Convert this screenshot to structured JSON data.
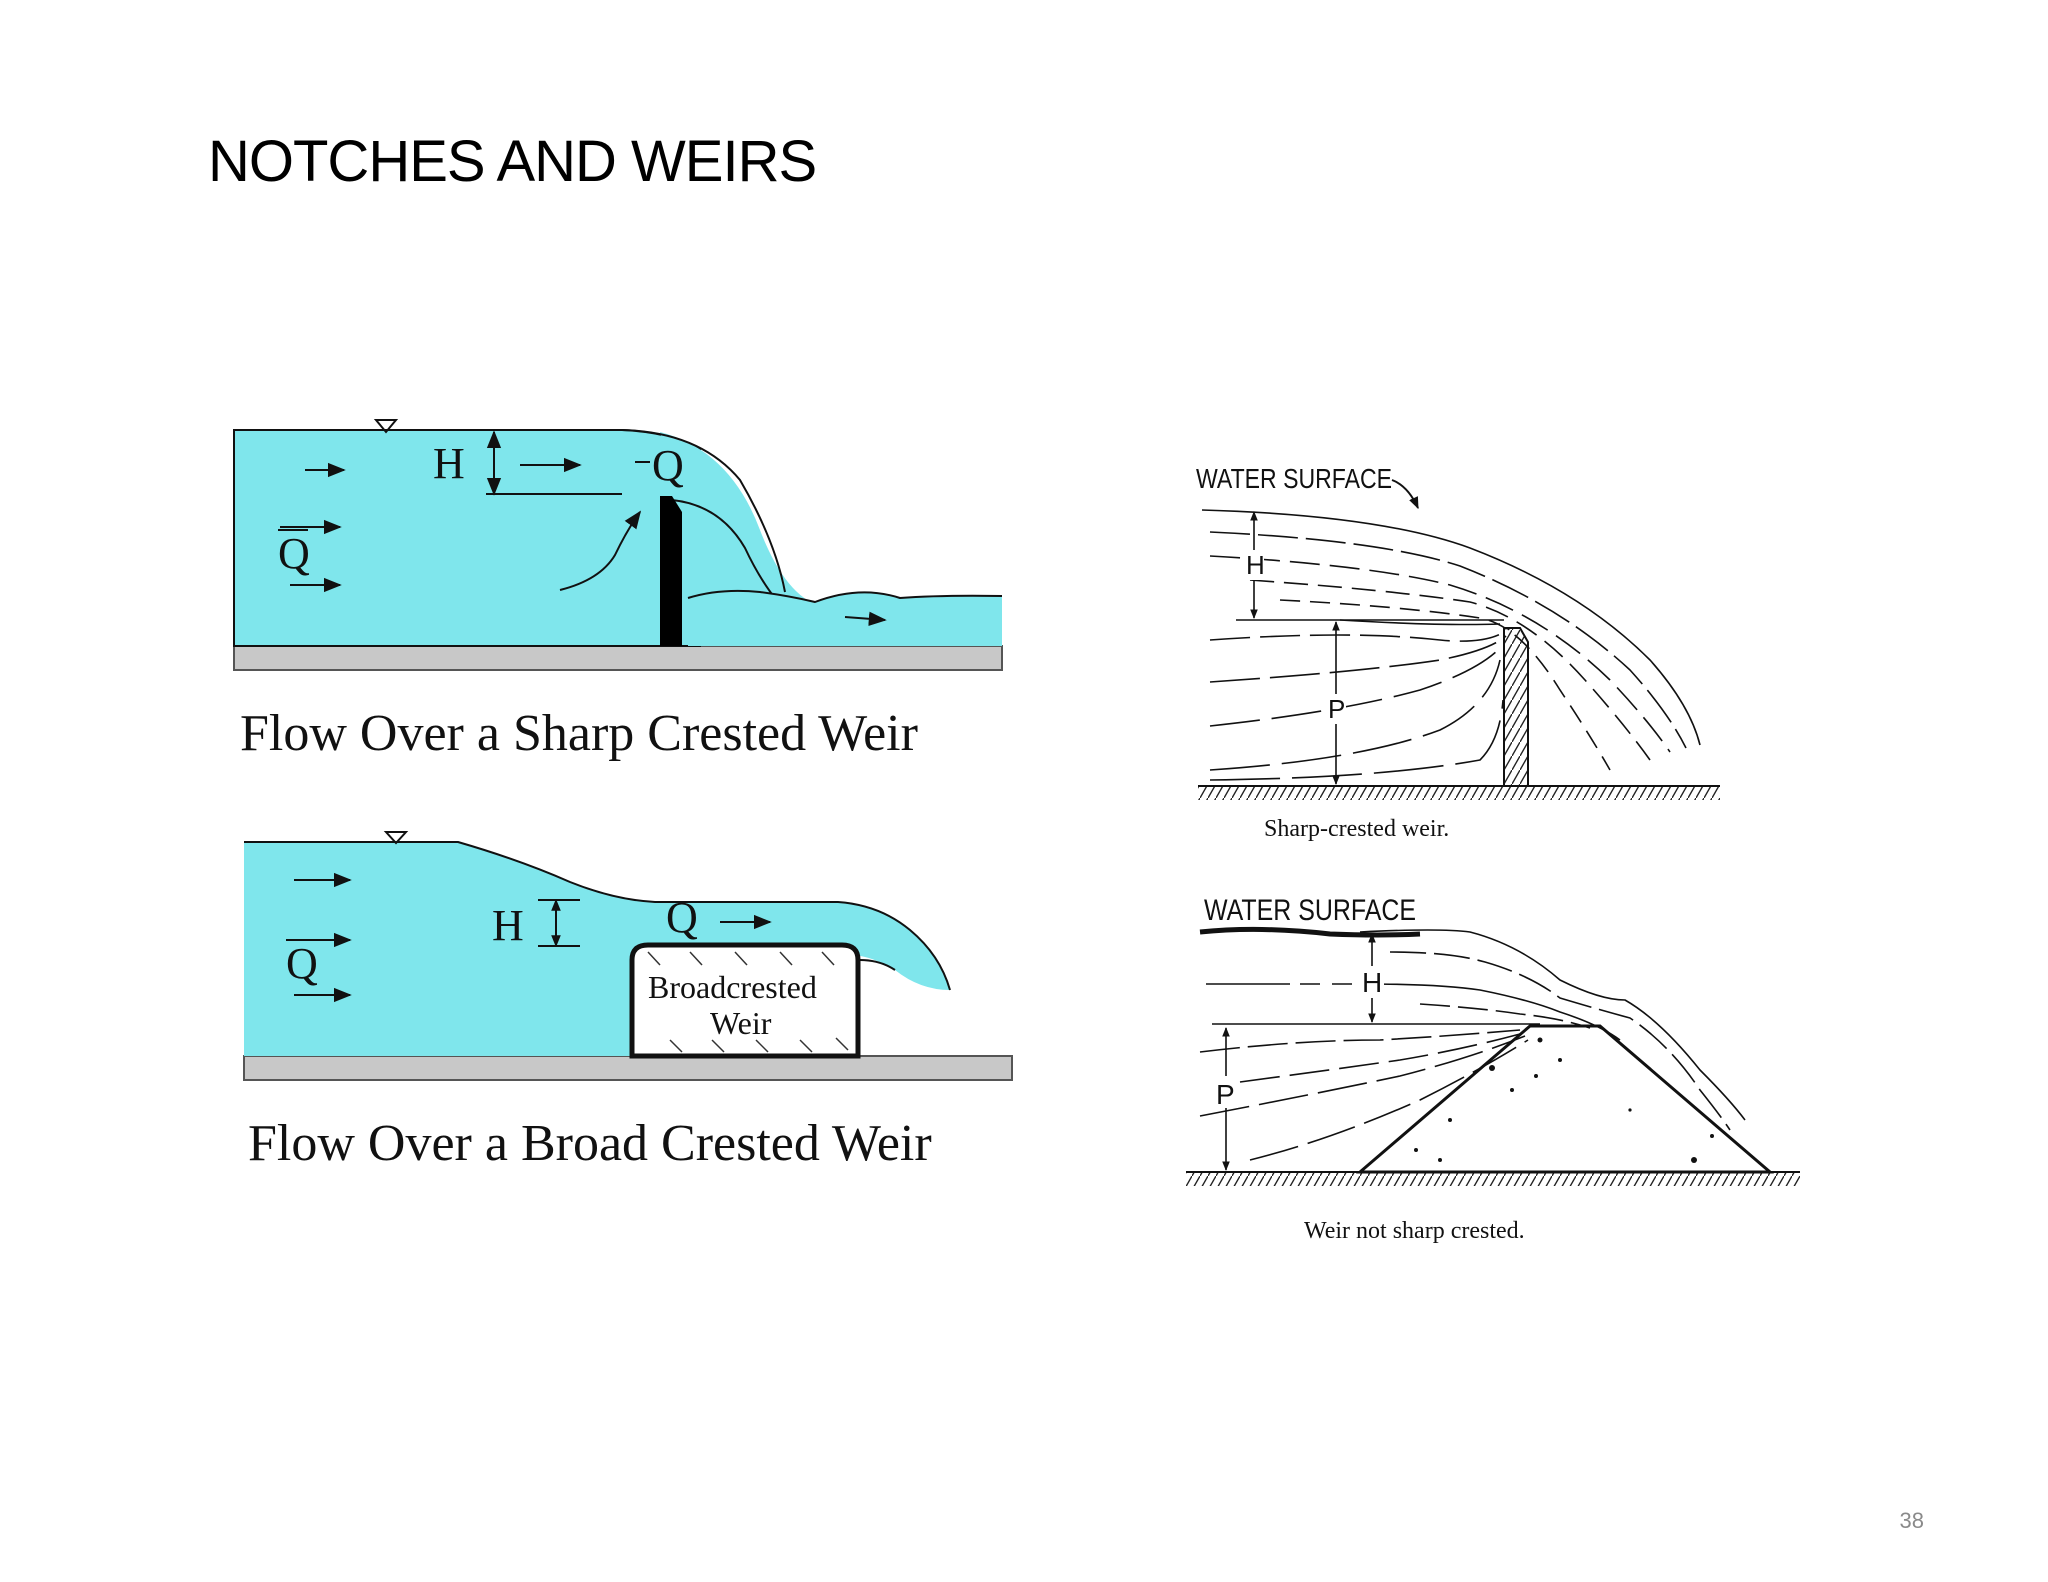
{
  "slide": {
    "title": "NOTCHES AND WEIRS",
    "page_number": "38"
  },
  "colors": {
    "water": "#7fe6ec",
    "ground": "#c8c8c8",
    "ink": "#111111"
  },
  "fig_sharp_colored": {
    "caption": "Flow Over a Sharp Crested Weir",
    "label_h": "H",
    "label_q_top": "Q",
    "label_q_left": "Q",
    "surface_symbol": "water-surface-triangle"
  },
  "fig_broad_colored": {
    "caption": "Flow Over a Broad Crested Weir",
    "label_h": "H",
    "label_q_top": "Q",
    "label_q_left": "Q",
    "weir_label_line1": "Broadcrested",
    "weir_label_line2": "Weir",
    "surface_symbol": "water-surface-triangle"
  },
  "fig_sharp_line": {
    "surface_label": "WATER SURFACE",
    "label_h": "H",
    "label_p": "P",
    "caption": "Sharp-crested weir."
  },
  "fig_broad_line": {
    "surface_label": "WATER SURFACE",
    "label_h": "H",
    "label_p": "P",
    "caption": "Weir not sharp crested."
  }
}
